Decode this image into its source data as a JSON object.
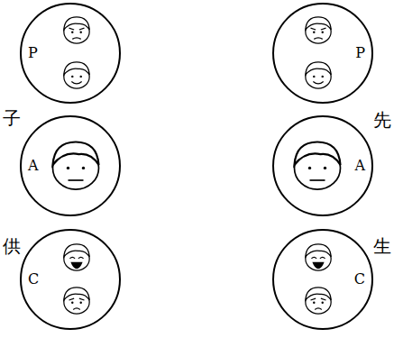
{
  "diagram": {
    "nodes": [
      {
        "text": [
          "P"
        ]
      },
      {
        "text": [
          "P"
        ]
      },
      {
        "text": [
          "A"
        ]
      },
      {
        "text": [
          "A"
        ]
      },
      {
        "text": [
          "C"
        ]
      },
      {
        "text": [
          "C"
        ]
      }
    ],
    "labels": [
      "子",
      "先",
      "供",
      "生"
    ]
  }
}
